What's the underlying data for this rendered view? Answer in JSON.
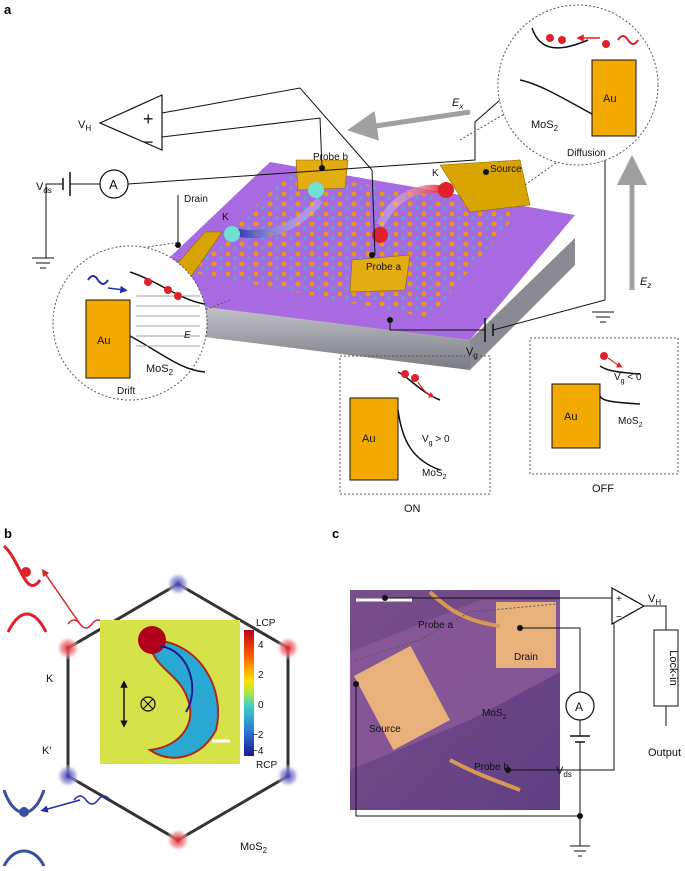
{
  "panel_a": {
    "letter": "a",
    "vh": "V",
    "vh_sub": "H",
    "plus": "+",
    "minus": "−",
    "vds": "V",
    "vds_sub": "ds",
    "ammeter": "A",
    "ex": "E",
    "ex_sub": "x",
    "ez": "E",
    "ez_sub": "z",
    "vg": "V",
    "vg_sub": "g",
    "probe_b": "Probe b",
    "probe_a": "Probe a",
    "source": "Source",
    "drain": "Drain",
    "k_blue": "K",
    "k_red": "K",
    "inset_diffusion": {
      "au": "Au",
      "mos2": "MoS",
      "mos2_sub": "2",
      "caption": "Diffusion"
    },
    "inset_drift": {
      "au": "Au",
      "e_field": "E",
      "mos2": "MoS",
      "mos2_sub": "2",
      "caption": "Drift"
    },
    "inset_on": {
      "au": "Au",
      "cond": "V",
      "cond_sub": "g",
      "cond_rel": " > 0",
      "mos2": "MoS",
      "mos2_sub": "2",
      "caption": "ON"
    },
    "inset_off": {
      "au": "Au",
      "cond": "V",
      "cond_sub": "g",
      "cond_rel": " < 0",
      "mos2": "MoS",
      "mos2_sub": "2",
      "caption": "OFF"
    }
  },
  "panel_b": {
    "letter": "b",
    "k": "K",
    "kprime": "K′",
    "mos2": "MoS",
    "mos2_sub": "2",
    "colorbar_top": "LCP",
    "colorbar_bottom": "RCP",
    "ticks": [
      "4",
      "2",
      "0",
      "−2",
      "−4"
    ],
    "ticks_values": [
      4,
      2,
      0,
      -2,
      -4
    ]
  },
  "panel_c": {
    "letter": "c",
    "probe_a": "Probe a",
    "probe_b": "Probe b",
    "drain": "Drain",
    "source": "Source",
    "mos2": "MoS",
    "mos2_sub": "2",
    "ammeter": "A",
    "vds": "V",
    "vds_sub": "ds",
    "vh": "V",
    "vh_sub": "H",
    "plus": "+",
    "minus": "−",
    "lockin": "Lock-in",
    "output": "Output"
  },
  "colors": {
    "gold": "#f2a900",
    "purple": "#9b59d9",
    "red": "#e0202a",
    "blue": "#1f2fb0",
    "teal": "#4dd6c8",
    "grey_arrow": "#a0a0a0",
    "diffusion_text": "#e0202a",
    "drift_text": "#1f4fb0"
  }
}
